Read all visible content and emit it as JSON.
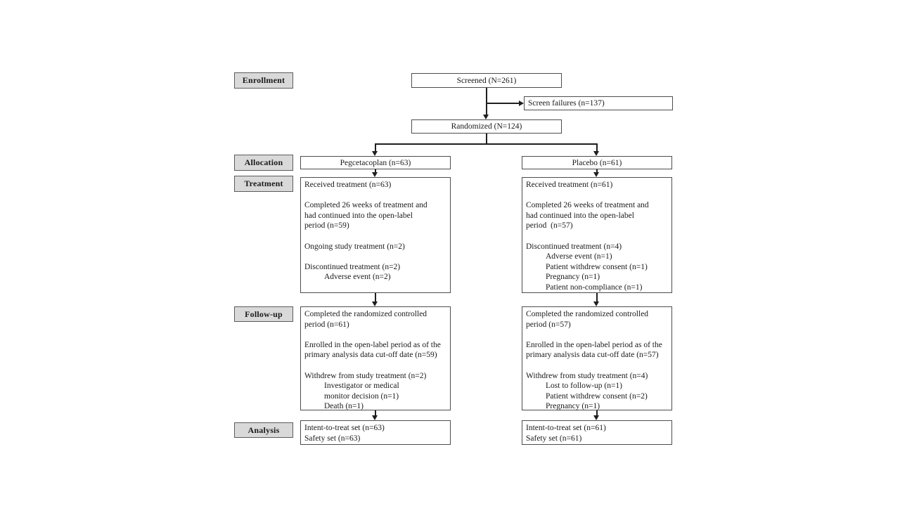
{
  "colors": {
    "label_background": "#d9d9d9",
    "label_border": "#5b5b5b",
    "box_border": "#4d4d4d",
    "arrow": "#1f1f1f",
    "text": "#1a1a1a"
  },
  "stages": [
    {
      "label": "Enrollment"
    },
    {
      "label": "Allocation"
    },
    {
      "label": "Treatment"
    },
    {
      "label": "Follow-up"
    },
    {
      "label": "Analysis"
    }
  ],
  "flow": {
    "screened": "Screened (N=261)",
    "screen_failures": "Screen failures (n=137)",
    "randomized": "Randomized (N=124)",
    "allocation_left": "Pegcetacoplan (n=63)",
    "allocation_right": "Placebo (n=61)",
    "treatment_left": {
      "lines": [
        {
          "text": "Received treatment (n=63)",
          "indent": false
        },
        {
          "text": "",
          "indent": false
        },
        {
          "text": "Completed 26 weeks of treatment and",
          "indent": false
        },
        {
          "text": "had continued into the open-label",
          "indent": false
        },
        {
          "text": "period (n=59)",
          "indent": false
        },
        {
          "text": "",
          "indent": false
        },
        {
          "text": "Ongoing study treatment (n=2)",
          "indent": false
        },
        {
          "text": "",
          "indent": false
        },
        {
          "text": "Discontinued treatment (n=2)",
          "indent": false
        },
        {
          "text": "Adverse event (n=2)",
          "indent": true
        }
      ]
    },
    "treatment_right": {
      "lines": [
        {
          "text": "Received treatment (n=61)",
          "indent": false
        },
        {
          "text": "",
          "indent": false
        },
        {
          "text": "Completed 26 weeks of treatment and",
          "indent": false
        },
        {
          "text": "had continued into the open-label",
          "indent": false
        },
        {
          "text": "period  (n=57)",
          "indent": false
        },
        {
          "text": "",
          "indent": false
        },
        {
          "text": "Discontinued treatment (n=4)",
          "indent": false
        },
        {
          "text": "Adverse event (n=1)",
          "indent": true
        },
        {
          "text": "Patient withdrew consent (n=1)",
          "indent": true
        },
        {
          "text": "Pregnancy (n=1)",
          "indent": true
        },
        {
          "text": "Patient non-compliance (n=1)",
          "indent": true
        }
      ]
    },
    "followup_left": {
      "lines": [
        {
          "text": "Completed the randomized controlled",
          "indent": false
        },
        {
          "text": "period (n=61)",
          "indent": false
        },
        {
          "text": "",
          "indent": false
        },
        {
          "text": "Enrolled in the open-label period as of the",
          "indent": false
        },
        {
          "text": "primary analysis data cut-off date (n=59)",
          "indent": false
        },
        {
          "text": "",
          "indent": false
        },
        {
          "text": "Withdrew from study treatment (n=2)",
          "indent": false
        },
        {
          "text": "Investigator or medical",
          "indent": true
        },
        {
          "text": "monitor decision (n=1)",
          "indent": true
        },
        {
          "text": "Death (n=1)",
          "indent": true
        }
      ]
    },
    "followup_right": {
      "lines": [
        {
          "text": "Completed the randomized controlled",
          "indent": false
        },
        {
          "text": "period (n=57)",
          "indent": false
        },
        {
          "text": "",
          "indent": false
        },
        {
          "text": "Enrolled in the open-label period as of the",
          "indent": false
        },
        {
          "text": "primary analysis data cut-off date (n=57)",
          "indent": false
        },
        {
          "text": "",
          "indent": false
        },
        {
          "text": "Withdrew from study treatment (n=4)",
          "indent": false
        },
        {
          "text": "Lost to follow-up (n=1)",
          "indent": true
        },
        {
          "text": "Patient withdrew consent (n=2)",
          "indent": true
        },
        {
          "text": "Pregnancy (n=1)",
          "indent": true
        }
      ]
    },
    "analysis_left": {
      "lines": [
        {
          "text": "Intent-to-treat set (n=63)",
          "indent": false
        },
        {
          "text": "Safety set (n=63)",
          "indent": false
        }
      ]
    },
    "analysis_right": {
      "lines": [
        {
          "text": "Intent-to-treat set (n=61)",
          "indent": false
        },
        {
          "text": "Safety set (n=61)",
          "indent": false
        }
      ]
    }
  }
}
